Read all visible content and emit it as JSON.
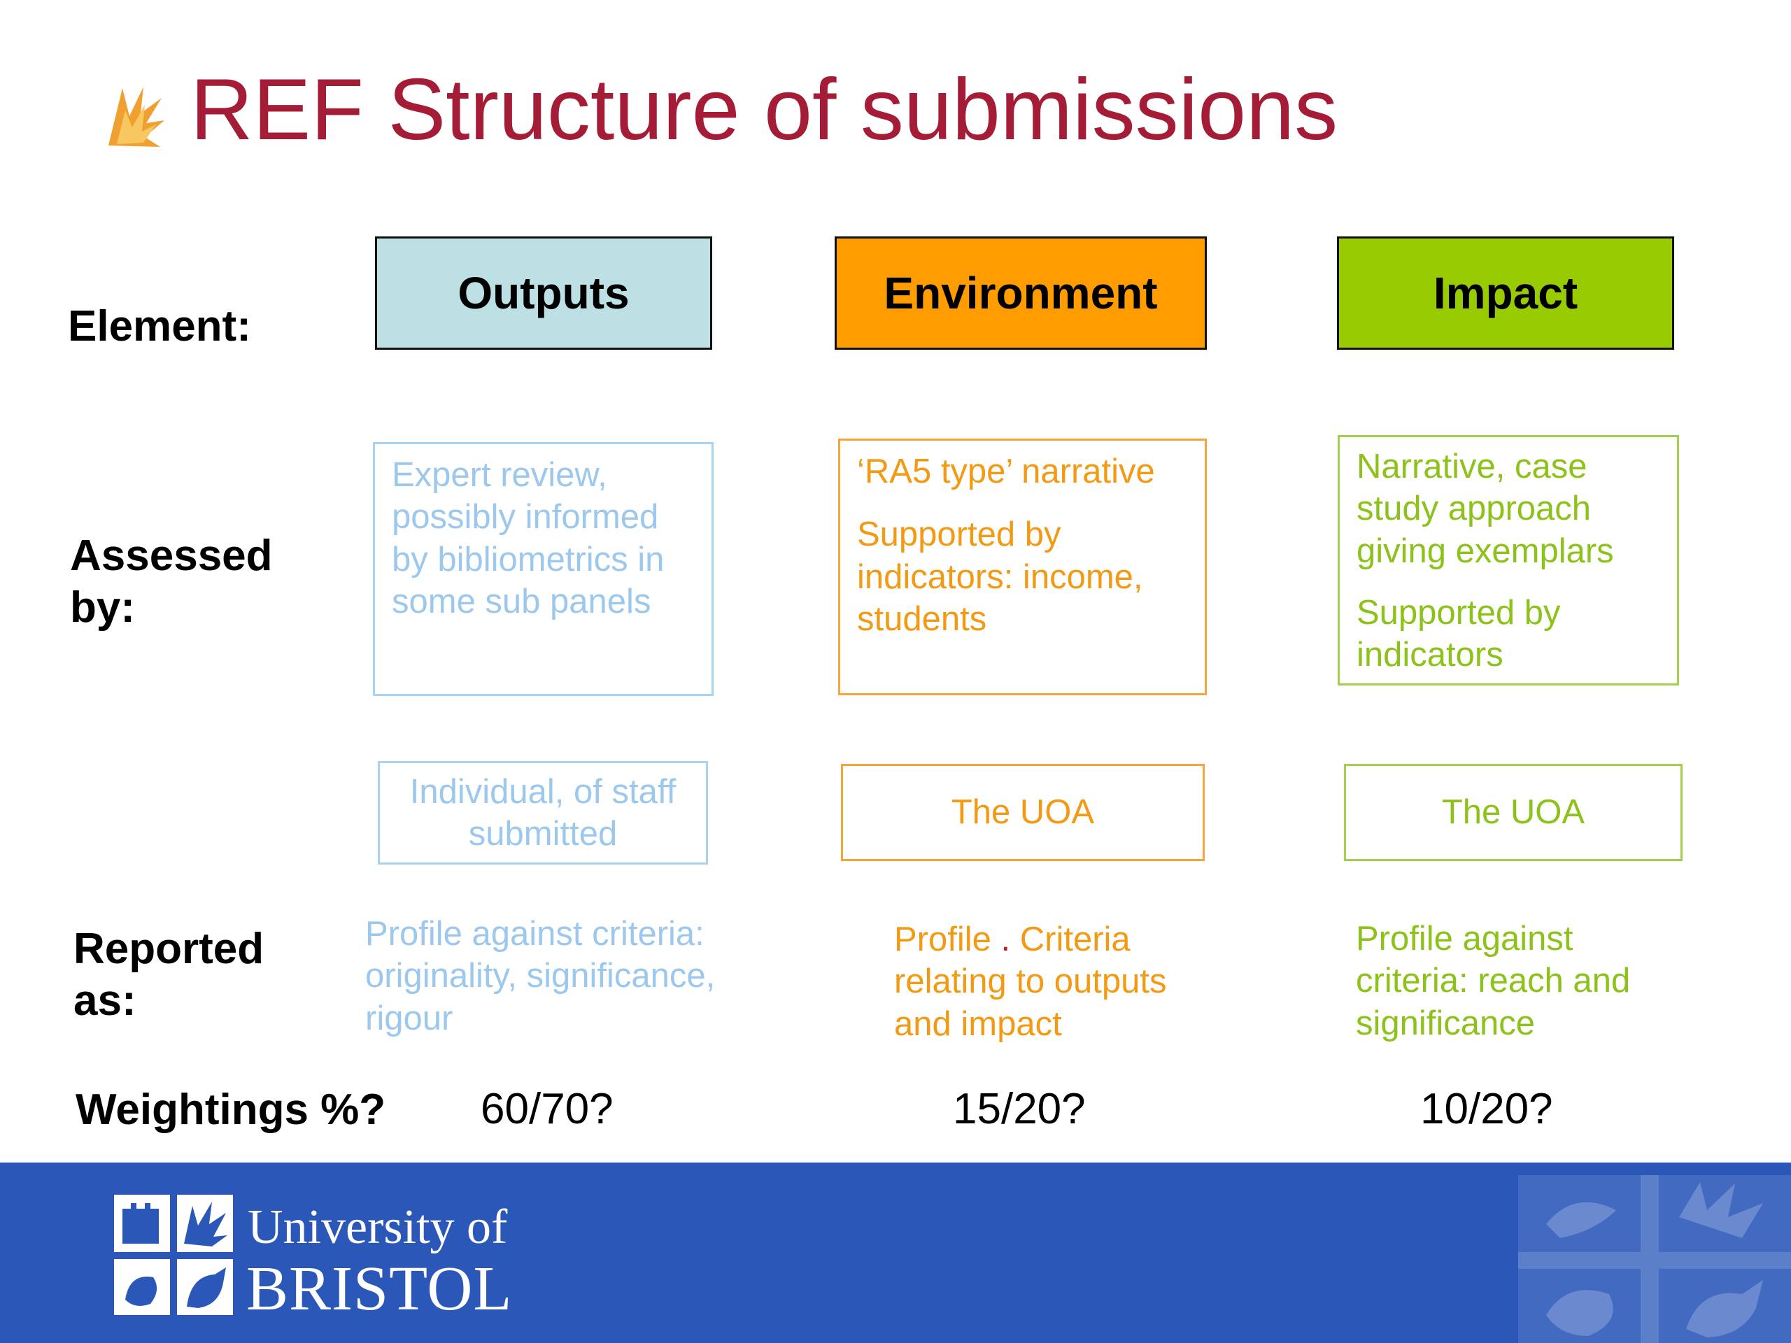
{
  "title": "REF Structure of submissions",
  "labels": {
    "element": "Element:",
    "assessed_1": "Assessed",
    "assessed_2": "by:",
    "reported_1": "Reported",
    "reported_2": "as:",
    "weightings": "Weightings %?"
  },
  "columns": [
    {
      "element": "Outputs",
      "assessed": [
        "Expert review,",
        "possibly informed",
        "by bibliometrics in",
        "some sub panels"
      ],
      "unit": [
        "Individual, of staff",
        "submitted"
      ],
      "reported": [
        "Profile against criteria:",
        "originality, significance,",
        "rigour"
      ],
      "weighting": "60/70?"
    },
    {
      "element": "Environment",
      "assessed_p1": "‘RA5 type’ narrative",
      "assessed_p2": [
        "Supported by",
        "indicators: income,",
        "students"
      ],
      "unit": [
        "The UOA"
      ],
      "reported_a": "Profile",
      "reported_dot": ".",
      "reported_b": "Criteria",
      "reported_rest": [
        "relating to outputs",
        "and impact"
      ],
      "weighting": "15/20?"
    },
    {
      "element": "Impact",
      "assessed_p1": [
        "Narrative, case",
        "study approach",
        "giving exemplars"
      ],
      "assessed_p2": [
        "Supported by",
        "indicators"
      ],
      "unit": [
        "The UOA"
      ],
      "reported": [
        "Profile against",
        "criteria: reach and",
        "significance"
      ],
      "weighting": "10/20?"
    }
  ],
  "footer": {
    "logo_line1": "University of",
    "logo_line2": "BRISTOL"
  },
  "colors": {
    "title": "#a51c36",
    "outputs_fill": "#bde0e4",
    "environment_fill": "#ff9d00",
    "impact_fill": "#99cc00",
    "outputs_text": "#9cc8ee",
    "environment_text": "#f39a14",
    "impact_text": "#8cc21a",
    "footer": "#2b57b8"
  }
}
